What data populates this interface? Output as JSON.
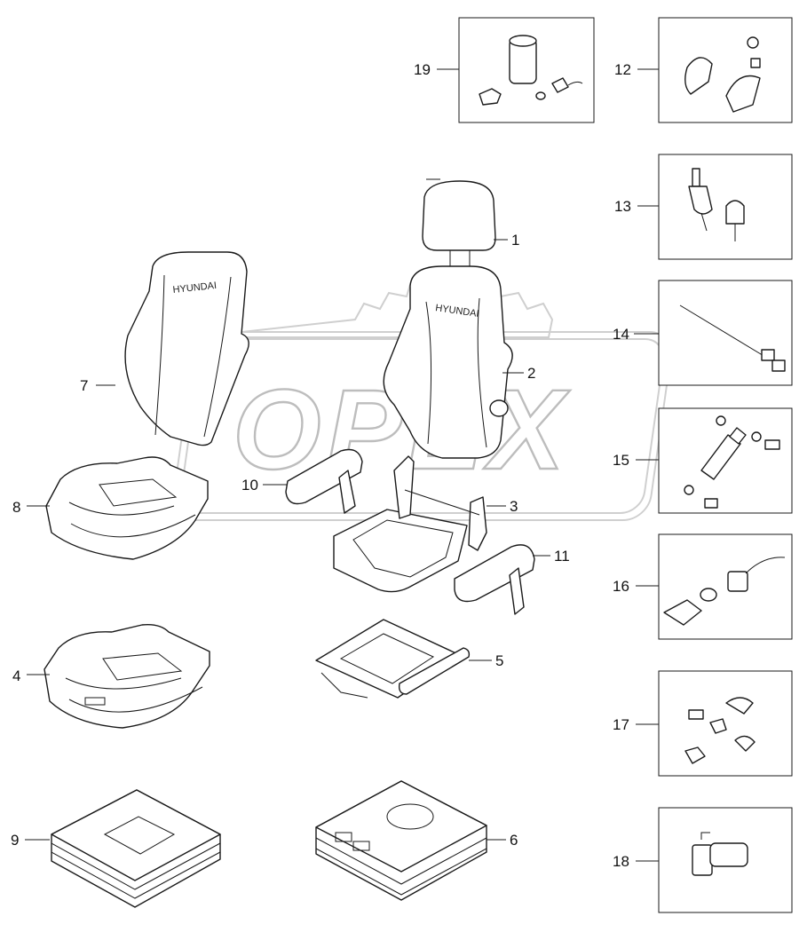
{
  "diagram": {
    "watermark": "OPEX",
    "seat_brand_left": "HYUNDAI",
    "seat_brand_right": "HYUNDAI",
    "callouts": {
      "c1": "1",
      "c2": "2",
      "c3": "3",
      "c4": "4",
      "c5": "5",
      "c6": "6",
      "c7": "7",
      "c8": "8",
      "c9": "9",
      "c10": "10",
      "c11": "11",
      "c12": "12",
      "c13": "13",
      "c14": "14",
      "c15": "15",
      "c16": "16",
      "c17": "17",
      "c18": "18",
      "c19": "19"
    }
  }
}
